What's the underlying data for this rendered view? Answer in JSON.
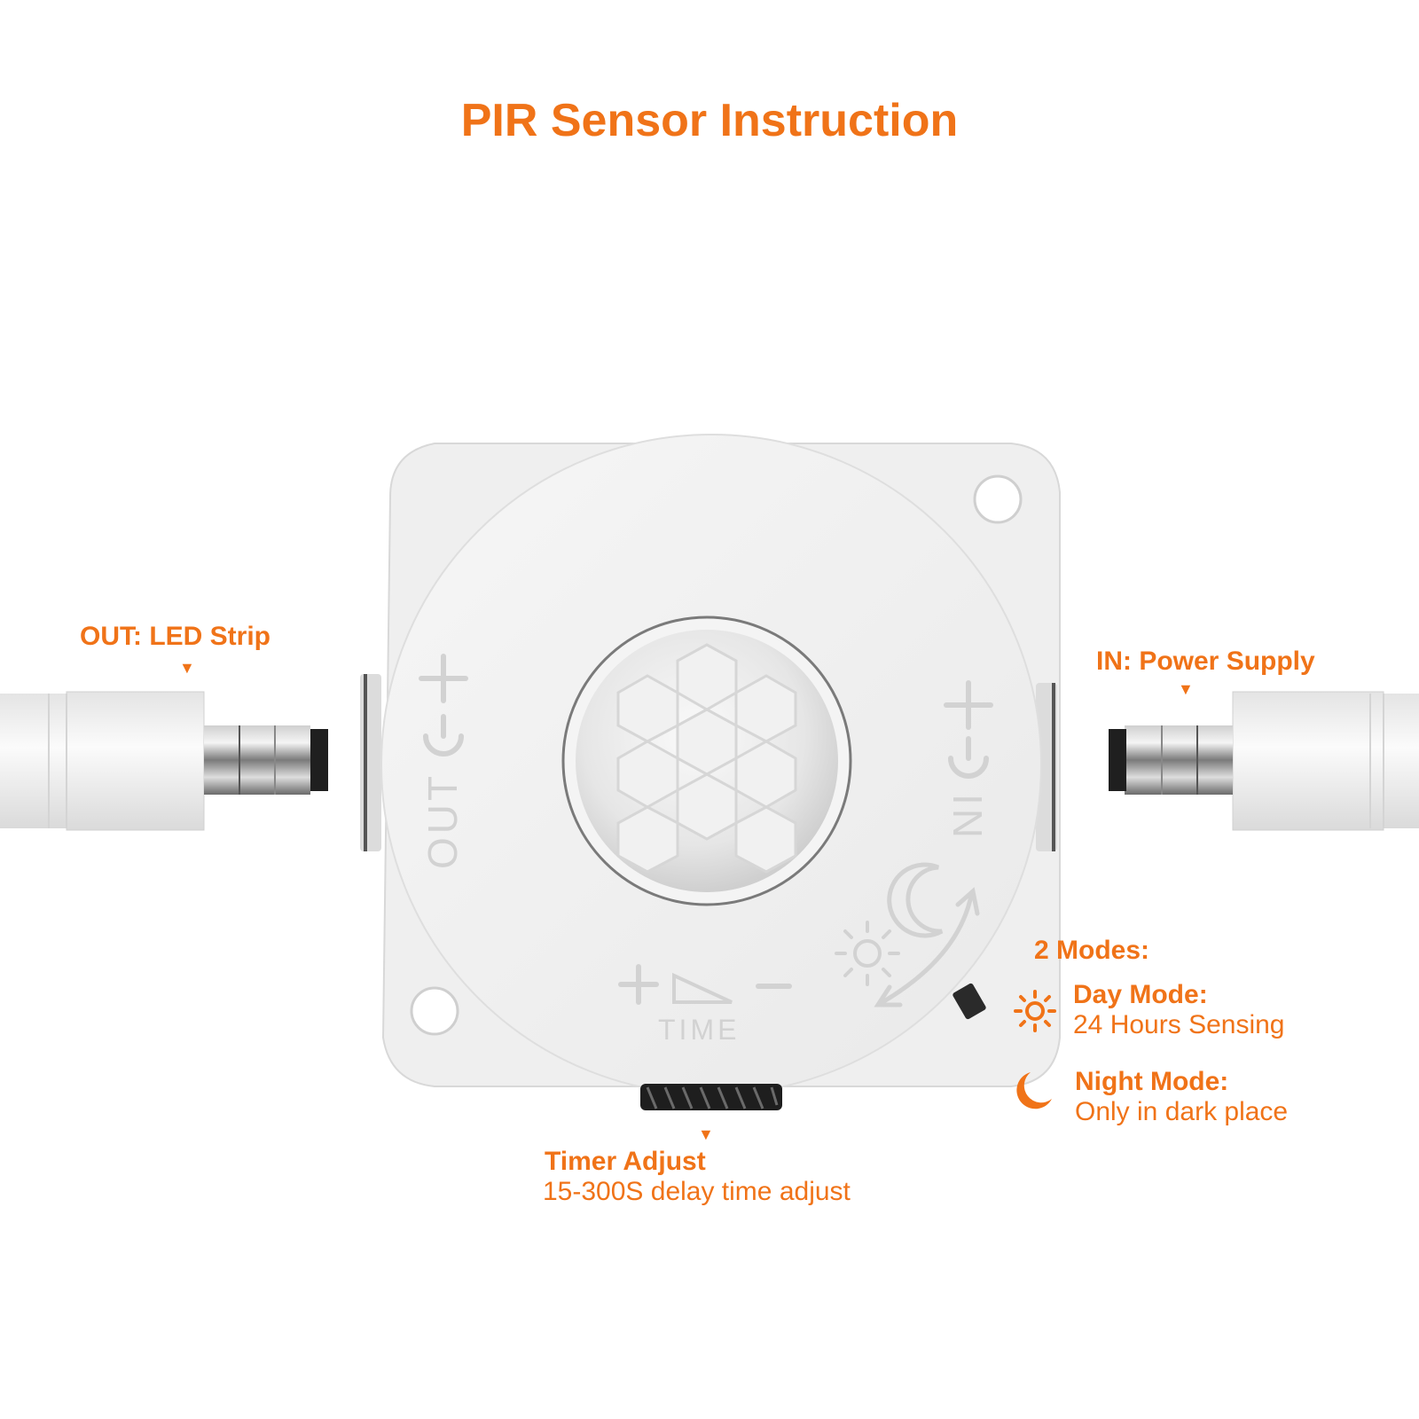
{
  "title": "PIR Sensor Instruction",
  "colors": {
    "accent": "#f07318",
    "device": "#f2f2f2",
    "device_shadow": "#d9d9d9",
    "cable": "#eeeeee"
  },
  "out_label": "OUT: LED Strip",
  "in_label": "IN: Power Supply",
  "device_marks": {
    "out_text": "OUT",
    "in_text": "IN",
    "time_text": "TIME",
    "plus": "+",
    "minus": "−"
  },
  "modes": {
    "heading": "2 Modes:",
    "day_title": "Day Mode:",
    "day_desc": "24 Hours Sensing",
    "day_icon": "sun-icon",
    "night_title": "Night Mode:",
    "night_desc": "Only in dark place",
    "night_icon": "moon-icon"
  },
  "timer": {
    "title": "Timer Adjust",
    "desc": "15-300S delay time adjust"
  },
  "pointer_glyph": "▼"
}
